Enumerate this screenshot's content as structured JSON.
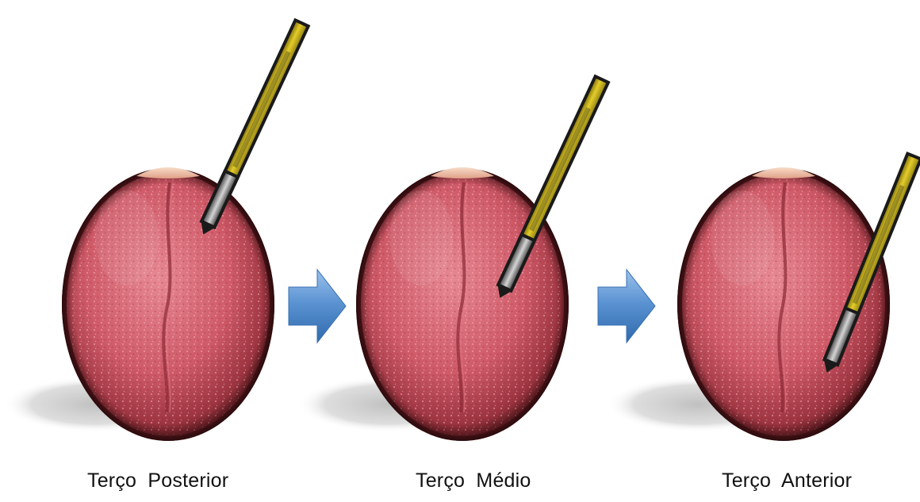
{
  "stages": [
    {
      "label": "Terço  Posterior",
      "region": "posterior"
    },
    {
      "label": "Terço  Médio",
      "region": "middle"
    },
    {
      "label": "Terço  Anterior",
      "region": "anterior"
    }
  ],
  "arrows": 2,
  "colors": {
    "tongue_base": "#c85060",
    "tongue_light": "#e47a86",
    "tongue_dark": "#4a1418",
    "lip": "#f2c5a8",
    "arrow_fill": "#4a84c4",
    "arrow_highlight": "#8fb8e6",
    "probe_yellow": "#d8c020",
    "probe_black": "#1e1e1e",
    "probe_tip": "#aaaaaa",
    "shadow": "#c9c9c9"
  },
  "icons": {
    "tongue": "tongue-illustration",
    "probe": "test-probe-icon",
    "arrow": "arrow-right-icon"
  }
}
